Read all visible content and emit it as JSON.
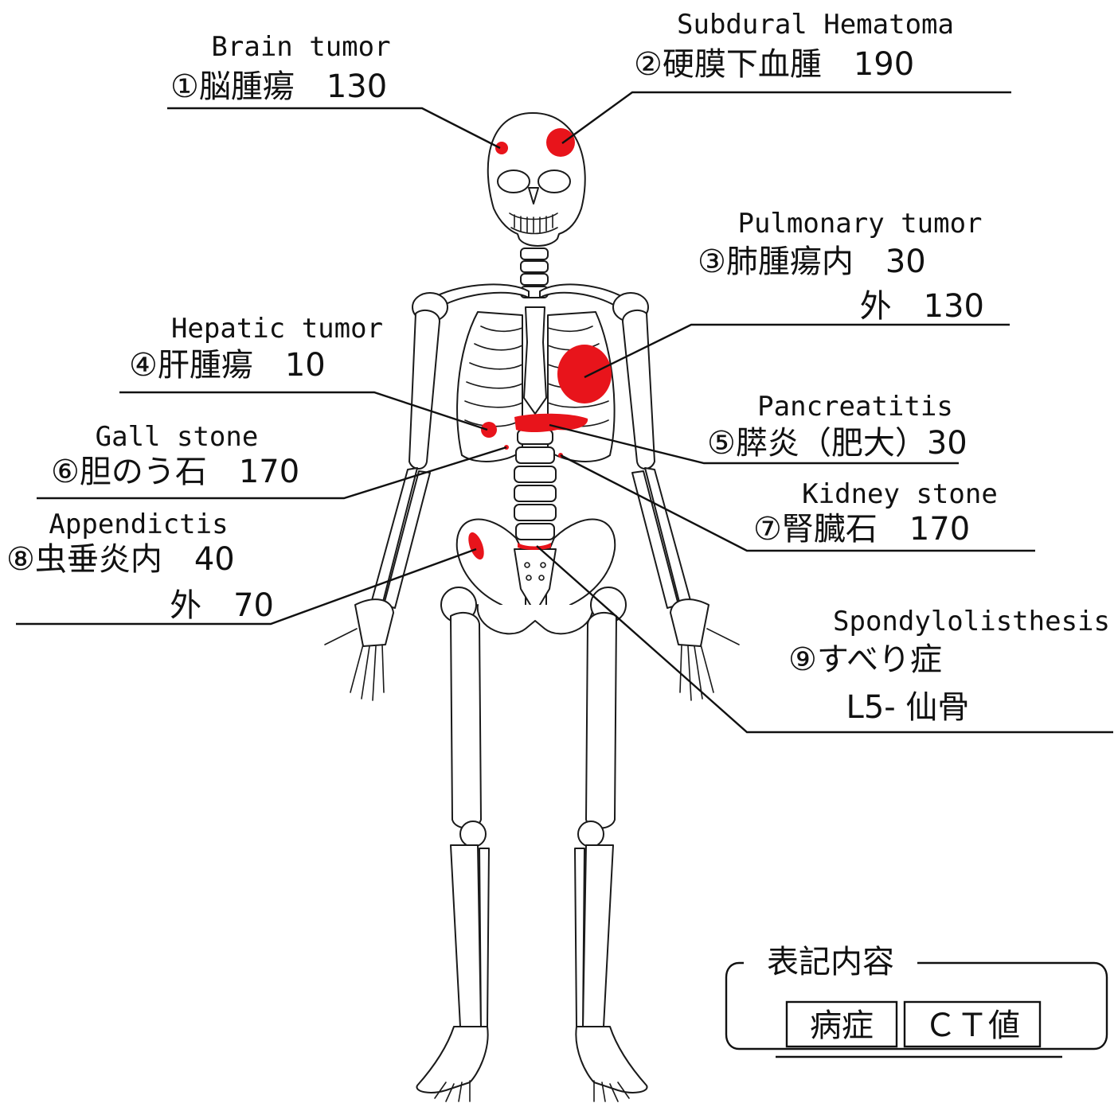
{
  "labels": [
    {
      "id": "brain-tumor",
      "en": "Brain tumor",
      "jp": "①脳腫瘍　130"
    },
    {
      "id": "subdural-hematoma",
      "en": "Subdural Hematoma",
      "jp": "②硬膜下血腫　190"
    },
    {
      "id": "pulmonary-tumor",
      "en": "Pulmonary tumor",
      "jp": "③肺腫瘍内　30",
      "jp2": "外　130"
    },
    {
      "id": "hepatic-tumor",
      "en": "Hepatic tumor",
      "jp": "④肝腫瘍　10"
    },
    {
      "id": "pancreatitis",
      "en": "Pancreatitis",
      "jp": "⑤膵炎（肥大）30"
    },
    {
      "id": "gall-stone",
      "en": "Gall stone",
      "jp": "⑥胆のう石　170"
    },
    {
      "id": "kidney-stone",
      "en": "Kidney stone",
      "jp": "⑦腎臓石　170"
    },
    {
      "id": "appendicitis",
      "en": "Appendictis",
      "jp": "⑧虫垂炎内　40",
      "jp2": "外　70"
    },
    {
      "id": "spondylolisthesis",
      "en": "Spondylolisthesis",
      "jp": "⑨すべり症",
      "jp2": "L5- 仙骨"
    }
  ],
  "legend": {
    "title": "表記内容",
    "cell1": "病症",
    "cell2": "ＣＴ値"
  },
  "colors": {
    "lesion": "#e8141b",
    "line": "#111111",
    "background": "#ffffff"
  }
}
